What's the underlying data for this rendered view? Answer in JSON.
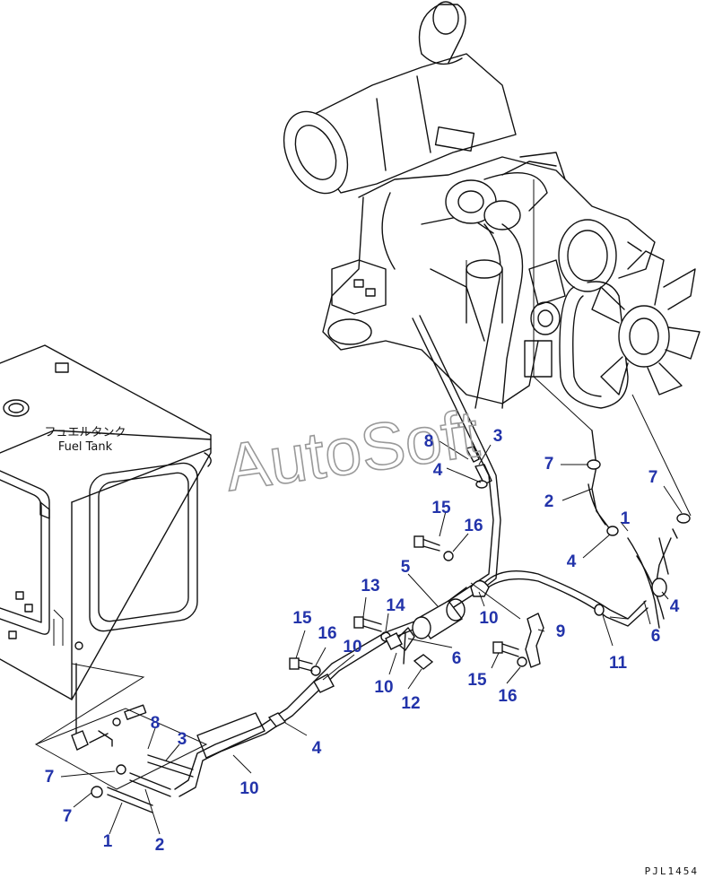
{
  "watermark": "AutoSoft",
  "tank": {
    "label_jp": "フュエルタンク",
    "label_en": "Fuel Tank"
  },
  "drawing_id": "PJL1454",
  "callouts": [
    {
      "id": "c8-top",
      "label": "8"
    },
    {
      "id": "c3-top",
      "label": "3"
    },
    {
      "id": "c4-top",
      "label": "4"
    },
    {
      "id": "c7-mid",
      "label": "7"
    },
    {
      "id": "c7-right",
      "label": "7"
    },
    {
      "id": "c2-mid",
      "label": "2"
    },
    {
      "id": "c1-mid",
      "label": "1"
    },
    {
      "id": "c4-mid",
      "label": "4"
    },
    {
      "id": "c4-right",
      "label": "4"
    },
    {
      "id": "c6-right",
      "label": "6"
    },
    {
      "id": "c15-a",
      "label": "15"
    },
    {
      "id": "c16-a",
      "label": "16"
    },
    {
      "id": "c5",
      "label": "5"
    },
    {
      "id": "c13",
      "label": "13"
    },
    {
      "id": "c14",
      "label": "14"
    },
    {
      "id": "c10-a",
      "label": "10"
    },
    {
      "id": "c9",
      "label": "9"
    },
    {
      "id": "c11",
      "label": "11"
    },
    {
      "id": "c15-b",
      "label": "15"
    },
    {
      "id": "c16-b",
      "label": "16"
    },
    {
      "id": "c10-b",
      "label": "10"
    },
    {
      "id": "c6-mid",
      "label": "6"
    },
    {
      "id": "c10-c",
      "label": "10"
    },
    {
      "id": "c12",
      "label": "12"
    },
    {
      "id": "c15-c",
      "label": "15"
    },
    {
      "id": "c16-c",
      "label": "16"
    },
    {
      "id": "c8-bottom",
      "label": "8"
    },
    {
      "id": "c3-bottom",
      "label": "3"
    },
    {
      "id": "c4-bottom",
      "label": "4"
    },
    {
      "id": "c7-bottom-a",
      "label": "7"
    },
    {
      "id": "c7-bottom-b",
      "label": "7"
    },
    {
      "id": "c10-d",
      "label": "10"
    },
    {
      "id": "c1-bottom",
      "label": "1"
    },
    {
      "id": "c2-bottom",
      "label": "2"
    }
  ]
}
